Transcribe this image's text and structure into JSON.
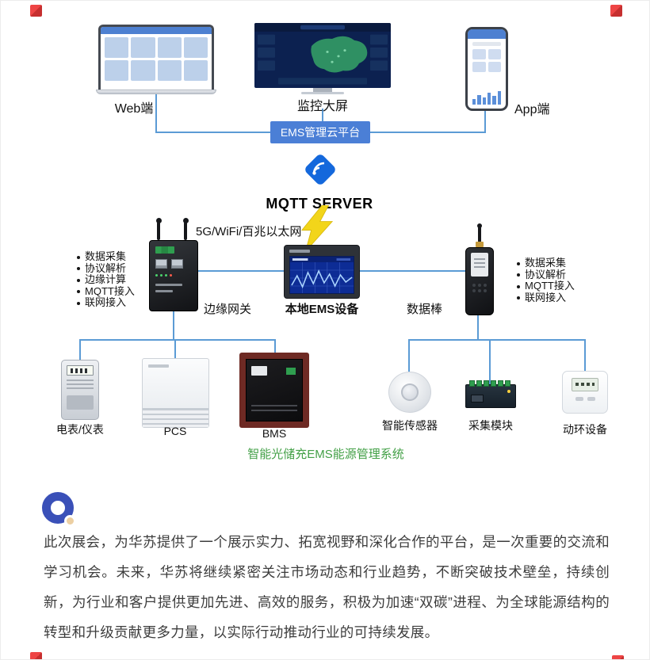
{
  "colors": {
    "connector": "#5b9bd5",
    "platform_blue": "#4b7fd6",
    "mqtt_blue": "#1468dc",
    "lightning_yellow": "#f2d51a",
    "caption_green": "#43a047",
    "accent_red": "#e03c3c",
    "logo_blue": "#3a50b8"
  },
  "icons": {
    "mqtt": "mqtt-diamond-icon",
    "lightning": "lightning-bolt-icon",
    "corner": "red-corner-ornament-icon"
  },
  "diagram": {
    "clients": {
      "web_label": "Web端",
      "screen_label": "监控大屏",
      "app_label": "App端"
    },
    "platform": {
      "label": "EMS管理云平台"
    },
    "mqtt": {
      "label": "MQTT SERVER"
    },
    "network": {
      "label": "5G/WiFi/百兆以太网"
    },
    "gateway": {
      "label": "边缘网关",
      "features": [
        "数据采集",
        "协议解析",
        "边缘计算",
        "MQTT接入",
        "联网接入"
      ]
    },
    "local_ems": {
      "label": "本地EMS设备"
    },
    "datastick": {
      "label": "数据棒",
      "features": [
        "数据采集",
        "协议解析",
        "MQTT接入",
        "联网接入"
      ]
    },
    "field_devices": [
      {
        "label": "电表/仪表"
      },
      {
        "label": "PCS"
      },
      {
        "label": "BMS"
      },
      {
        "label": "智能传感器"
      },
      {
        "label": "采集模块"
      },
      {
        "label": "动环设备"
      }
    ],
    "caption": "智能光储充EMS能源管理系统"
  },
  "article": {
    "paragraph": "此次展会，为华苏提供了一个展示实力、拓宽视野和深化合作的平台，是一次重要的交流和学习机会。未来，华苏将继续紧密关注市场动态和行业趋势，不断突破技术壁垒，持续创新，为行业和客户提供更加先进、高效的服务，积极为加速“双碳”进程、为全球能源结构的转型和升级贡献更多力量，以实际行动推动行业的可持续发展。"
  }
}
